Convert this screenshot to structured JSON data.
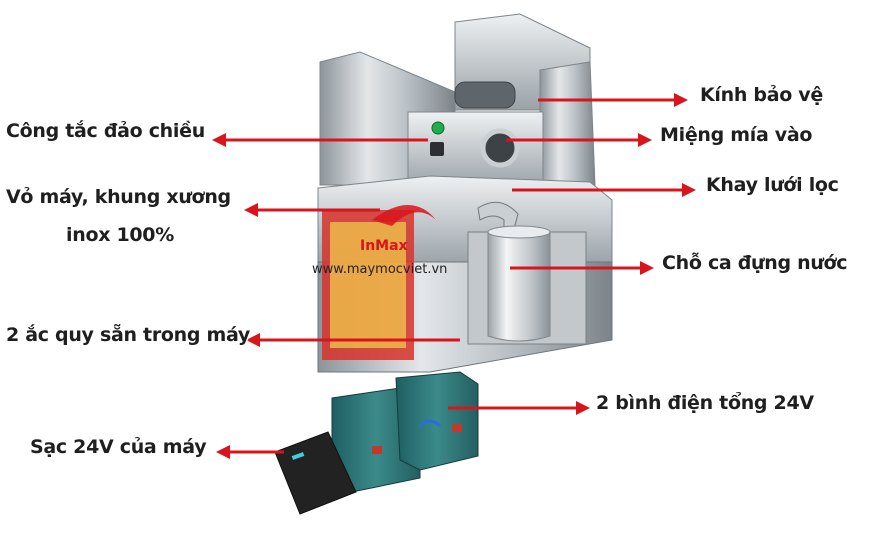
{
  "labels": {
    "reverse_switch": "Công tắc đảo chiều",
    "body_frame_line1": "Vỏ máy, khung xương",
    "body_frame_line2": "inox 100%",
    "batteries_inside": "2 ắc quy sẵn trong máy",
    "charger": "Sạc 24V của máy",
    "protective_glass": "Kính bảo vệ",
    "cane_inlet": "Miệng mía vào",
    "filter_tray": "Khay lưới lọc",
    "cup_holder": "Chỗ ca đựng nước",
    "battery_pack": "2 bình điện tổng 24V"
  },
  "watermark": {
    "brand": "InMax",
    "url": "www.maymocviet.vn"
  },
  "colors": {
    "arrow": "#d8141c",
    "steel_light": "#d9dde0",
    "steel_mid": "#a9b0b5",
    "steel_dark": "#6f777d",
    "battery": "#2f7f7f",
    "charger": "#222222",
    "switch_green": "#1fae4b"
  }
}
